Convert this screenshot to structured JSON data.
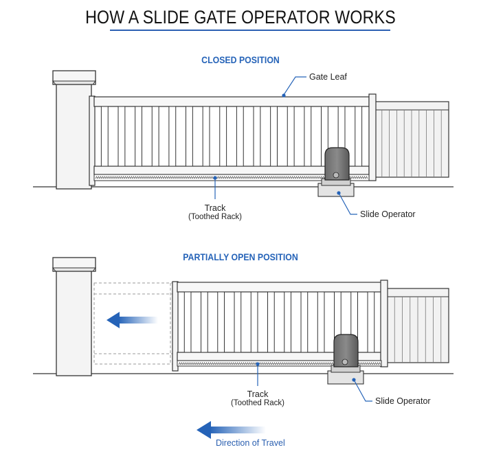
{
  "title": "HOW A SLIDE GATE OPERATOR WORKS",
  "closed": {
    "heading": "CLOSED POSITION",
    "gate_leaf": "Gate Leaf",
    "track": "Track",
    "track_sub": "(Toothed Rack)",
    "operator": "Slide Operator"
  },
  "open": {
    "heading": "PARTIALLY OPEN POSITION",
    "track": "Track",
    "track_sub": "(Toothed Rack)",
    "operator": "Slide Operator"
  },
  "direction_label": "Direction of Travel",
  "colors": {
    "accent": "#2563b8",
    "outline": "#333333",
    "fill": "#f4f4f4"
  }
}
